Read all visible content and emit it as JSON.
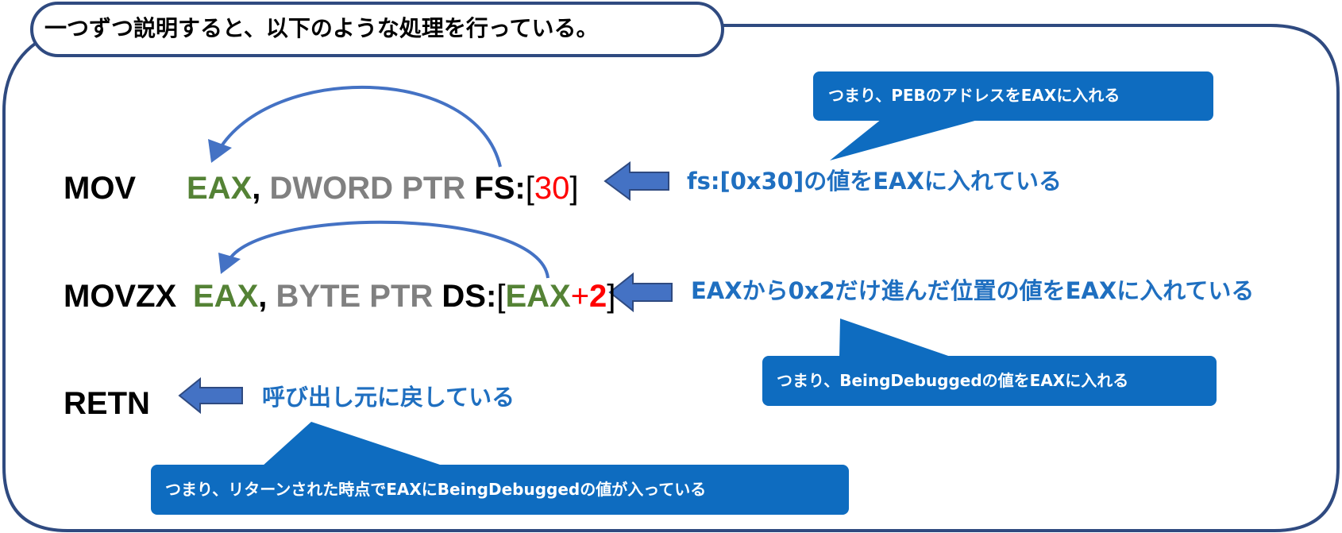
{
  "title": "一つずつ説明すると、以下のような処理を行っている。",
  "colors": {
    "frame": "#2f4a80",
    "register": "#548235",
    "keyword": "#808080",
    "number": "#ff0000",
    "explanation": "#1f6fc0",
    "callout": "#0e6cc0",
    "arrow": "#4472c4"
  },
  "instructions": [
    {
      "op": "MOV",
      "operand_reg": "EAX",
      "comma": ",",
      "ptr": "DWORD PTR",
      "seg": "FS:",
      "open": "[",
      "inner_reg": "",
      "plus": "",
      "num": "30",
      "close": "]",
      "explanation": "fs:[0x30]の値をEAXに入れている"
    },
    {
      "op": "MOVZX",
      "operand_reg": "EAX",
      "comma": ",",
      "ptr": "BYTE PTR",
      "seg": "DS:",
      "open": "[",
      "inner_reg": "EAX",
      "plus": "+",
      "num": "2",
      "close": "]",
      "explanation": "EAXから0x2だけ進んだ位置の値をEAXに入れている"
    },
    {
      "op": "RETN",
      "explanation": "呼び出し元に戻している"
    }
  ],
  "callouts": [
    "つまり、PEBのアドレスをEAXに入れる",
    "つまり、BeingDebuggedの値をEAXに入れる",
    "つまり、リターンされた時点でEAXにBeingDebuggedの値が入っている"
  ],
  "icons": [
    "left-arrow-icon",
    "curved-arrow-icon"
  ]
}
